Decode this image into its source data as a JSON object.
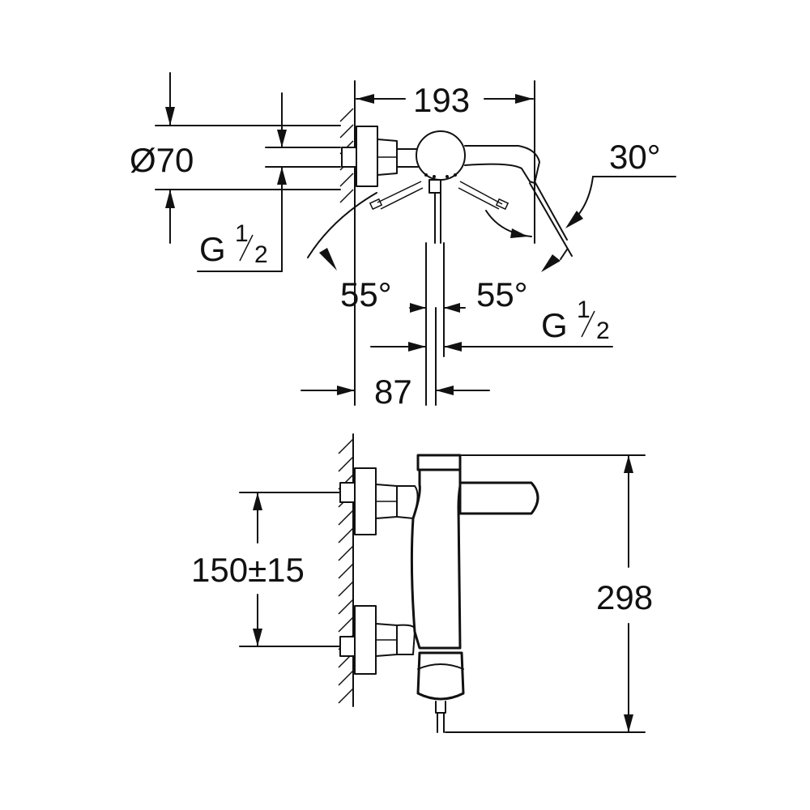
{
  "dimensions": {
    "width_193": "193",
    "diameter_70": "Ø70",
    "thread_left_main": "G",
    "thread_left_num": "1",
    "thread_left_den": "2",
    "angle_left": "55°",
    "angle_right": "55°",
    "angle_spout": "30°",
    "thread_right_main": "G",
    "thread_right_num": "1",
    "thread_right_den": "2",
    "depth_87": "87",
    "centers_150": "150±15",
    "height_298": "298"
  },
  "colors": {
    "line": "#111111",
    "background": "#ffffff"
  }
}
